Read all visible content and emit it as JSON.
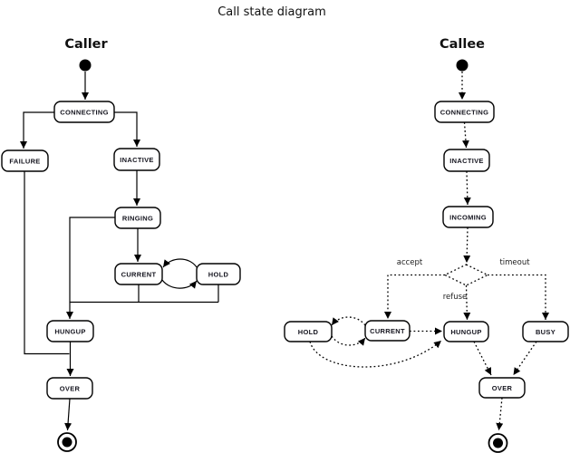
{
  "title": "Call state diagram",
  "colors": {
    "line": "#000000",
    "state_fill": "#ffffff",
    "state_border": "#000000",
    "label_text": "#15151f"
  },
  "caller": {
    "heading": "Caller",
    "states": {
      "connecting": "CONNECTING",
      "failure": "FAILURE",
      "inactive": "INACTIVE",
      "ringing": "RINGING",
      "current": "CURRENT",
      "hold": "HOLD",
      "hungup": "HUNGUP",
      "over": "OVER"
    }
  },
  "callee": {
    "heading": "Callee",
    "states": {
      "connecting": "CONNECTING",
      "inactive": "INACTIVE",
      "incoming": "INCOMING",
      "hold": "HOLD",
      "current": "CURRENT",
      "hungup": "HUNGUP",
      "busy": "BUSY",
      "over": "OVER"
    },
    "guards": {
      "accept": "accept",
      "timeout": "timeout",
      "refuse": "refuse"
    }
  }
}
